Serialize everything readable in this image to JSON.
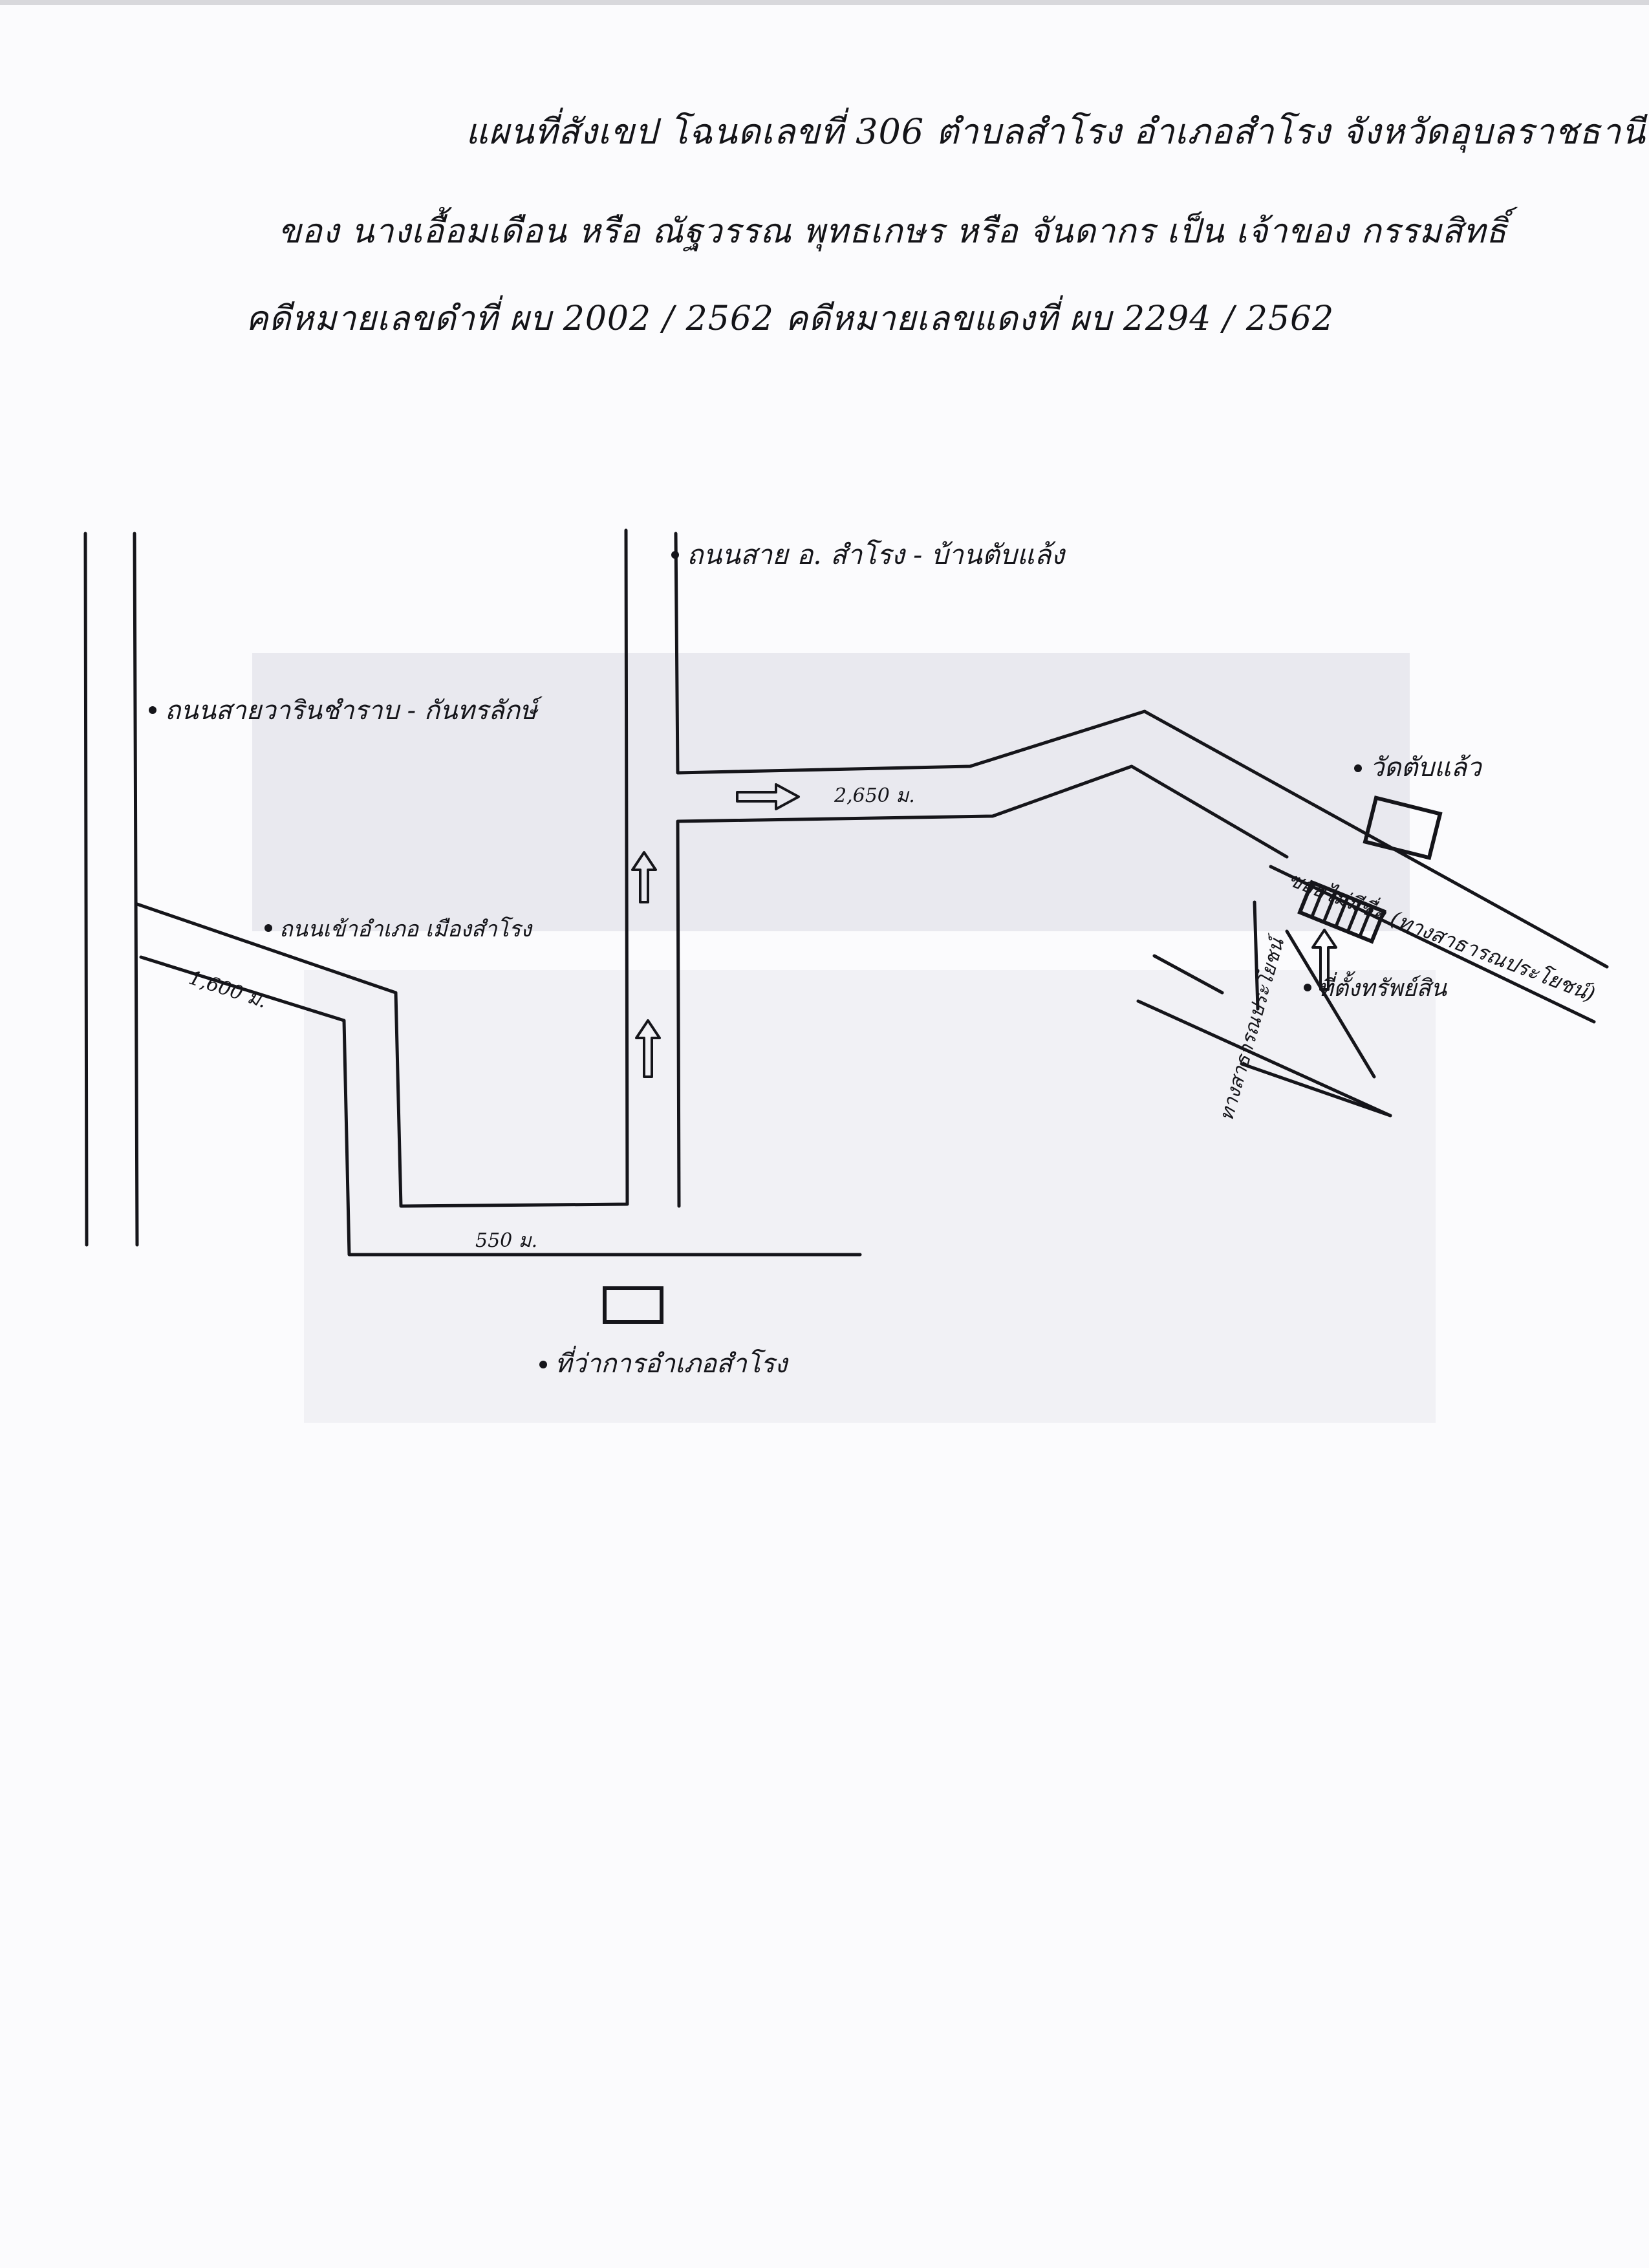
{
  "header": {
    "title": "แผนที่สังเขป โฉนดเลขที่ 306 ตำบลสำโรง อำเภอสำโรง จังหวัดอุบลราชธานี",
    "owners": "ของ นางเอื้อมเดือน หรือ ณัฐวรรณ พุทธเกษร หรือ จันดากร เป็น เจ้าของ กรรมสิทธิ์",
    "cases": "คดีหมายเลขดำที่ ผบ 2002 / 2562   คดีหมายเลขแดงที่ ผบ 2294 / 2562"
  },
  "map": {
    "labels": {
      "road_warin_kanthararak": "ถนนสายวารินชำราบ - กันทรลักษ์",
      "road_into_district": "ถนนเข้าอำเภอ เมืองสำโรง",
      "road_samrong_ban_tab_laeng": "ถนนสาย อ. สำโรง - บ้านตับแล้ง",
      "temple": "วัดตับแล้ว",
      "district_office": "ที่ว่าการอำเภอสำโรง",
      "land_location": "ที่ตั้งทรัพย์สิน",
      "soi_right": "ซอยไม่มีชื่อ (ทางสาธารณประโยชน์)",
      "soi_left": "ทางสาธารณประโยชน์"
    },
    "distances": {
      "d1": "1,600 ม.",
      "d2": "550 ม.",
      "d3": "2,650 ม."
    }
  }
}
